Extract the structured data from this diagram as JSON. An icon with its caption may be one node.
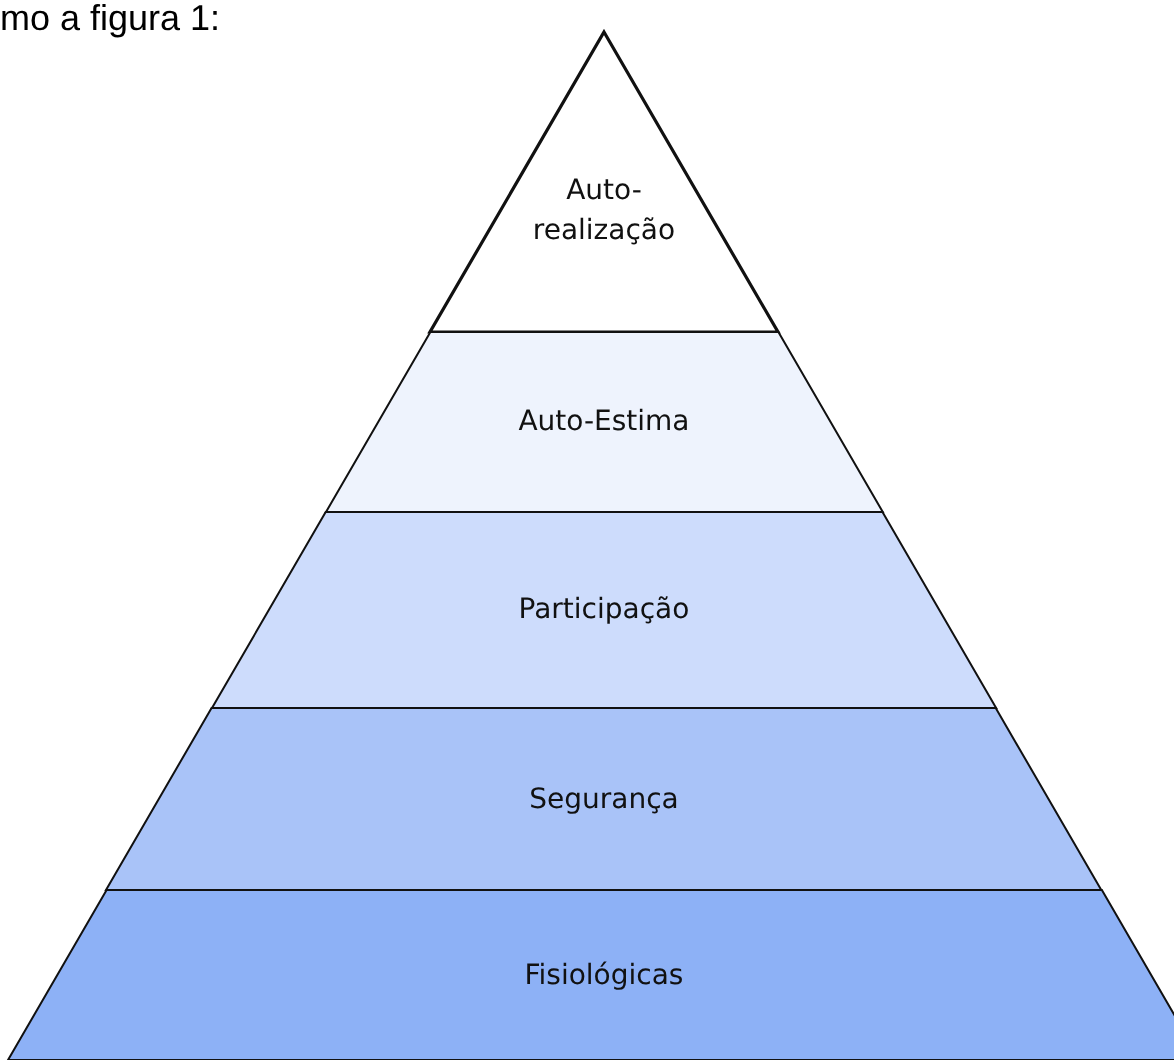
{
  "diagram": {
    "nodes": [
      {
        "text": [
          "Auto- realização"
        ]
      },
      {
        "text": [
          "Auto-Estima"
        ]
      },
      {
        "text": [
          "Participação"
        ]
      },
      {
        "text": [
          "Segurança"
        ]
      },
      {
        "text": [
          "Fisiológicas"
        ]
      }
    ],
    "labels": [
      "mo a figura 1:"
    ]
  }
}
